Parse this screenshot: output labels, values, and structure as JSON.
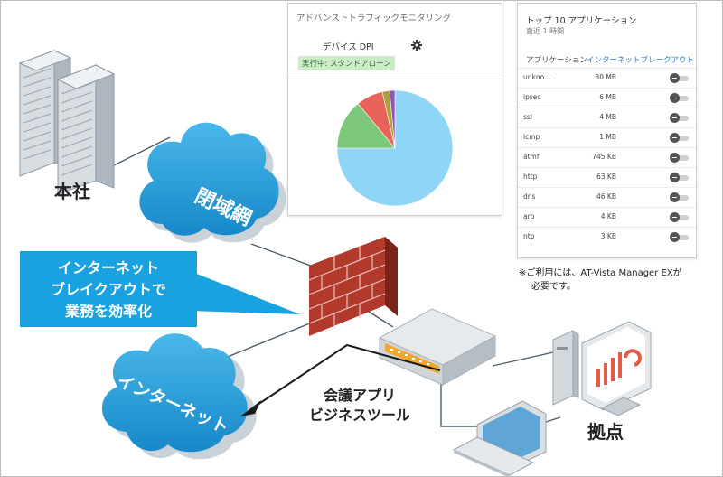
{
  "labels": {
    "closed_network": "閉域網",
    "internet": "インターネット",
    "headquarters": "本社",
    "branch": "拠点",
    "apps_line1": "会議アプリ",
    "apps_line2": "ビジネスツール",
    "callout_line1": "インターネット",
    "callout_line2": "ブレイクアウトで",
    "callout_line3": "業務を効率化",
    "note_line1": "※ご利用には、AT-Vista Manager EXが",
    "note_line2": "必要です。"
  },
  "dpi_panel": {
    "title": "アドバンストトラフィックモニタリング",
    "device": "デバイス DPI",
    "status": "実行中: スタンドアローン"
  },
  "top10": {
    "title": "トップ 10 アプリケーション",
    "subtitle": "直近 1 時間",
    "col_app": "アプリケーション",
    "col_breakout": "インターネットブレークアウト",
    "rows": [
      {
        "name": "unkno...",
        "size": "30 MB"
      },
      {
        "name": "ipsec",
        "size": "6 MB"
      },
      {
        "name": "ssl",
        "size": "4 MB"
      },
      {
        "name": "icmp",
        "size": "1 MB"
      },
      {
        "name": "atmf",
        "size": "745 KB"
      },
      {
        "name": "http",
        "size": "63 KB"
      },
      {
        "name": "dns",
        "size": "46 KB"
      },
      {
        "name": "arp",
        "size": "4 KB"
      },
      {
        "name": "ntp",
        "size": "3 KB"
      }
    ]
  },
  "chart_data": {
    "type": "pie",
    "values": [
      75.0,
      14.0,
      7.5,
      2.0,
      1.5
    ],
    "colors": [
      "#8fd5f6",
      "#7dc77a",
      "#e8635a",
      "#a8a23a",
      "#8d56b8"
    ]
  },
  "colors": {
    "cloud": "#1e9ed9",
    "callout": "#1aa1e0",
    "brick": "#b13a2c"
  }
}
